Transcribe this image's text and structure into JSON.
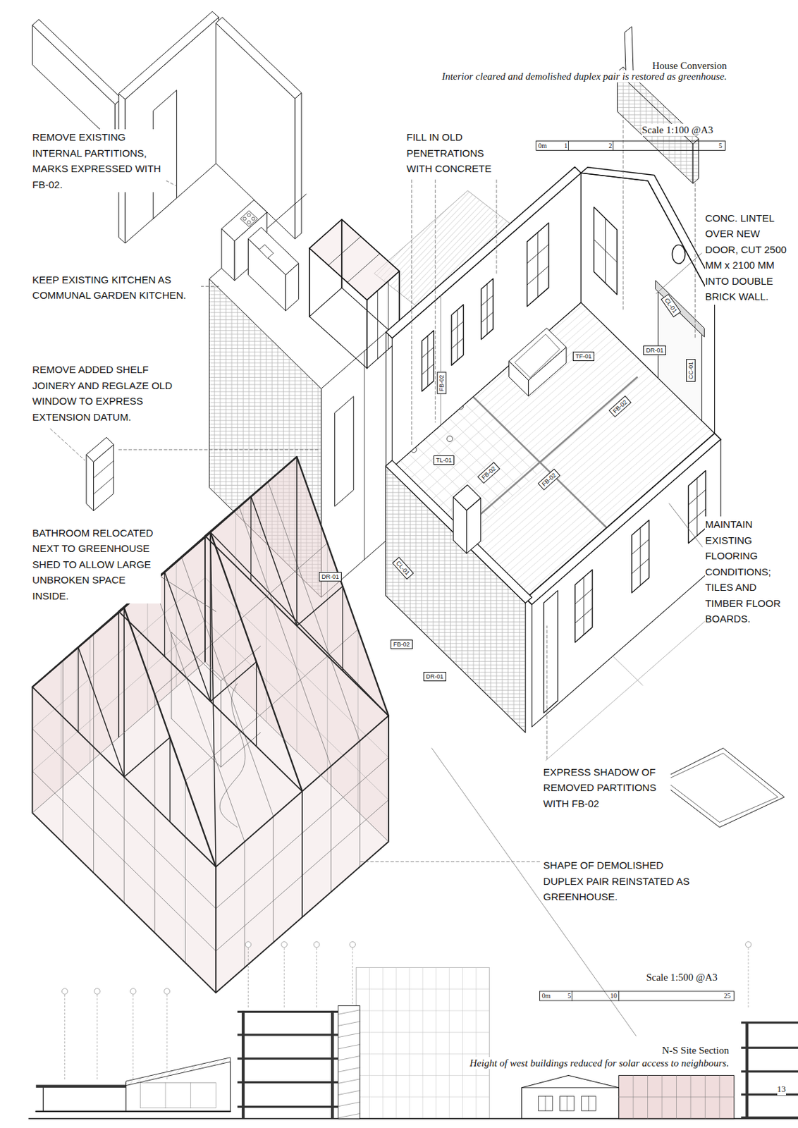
{
  "diagram": {
    "title": "House Conversion",
    "caption": "Interior cleared and demolished duplex pair is restored as greenhouse.",
    "nodes": [
      {
        "text": [
          "CL-01"
        ]
      },
      {
        "text": [
          "DR-01"
        ]
      },
      {
        "text": [
          "TF-01"
        ]
      },
      {
        "text": [
          "CC-01"
        ]
      },
      {
        "text": [
          "FB-02"
        ]
      },
      {
        "text": [
          "FB-02"
        ]
      },
      {
        "text": [
          "TL-01"
        ]
      },
      {
        "text": [
          "FB-02"
        ]
      },
      {
        "text": [
          "FB-02"
        ]
      },
      {
        "text": [
          "CL-01"
        ]
      },
      {
        "text": [
          "DR-01"
        ]
      },
      {
        "text": [
          "FB-02"
        ]
      },
      {
        "text": [
          "DR-01"
        ]
      }
    ],
    "labels": [
      "REMOVE EXISTING INTERNAL PARTITIONS, MARKS EXPRESSED WITH FB-02.",
      "FILL IN OLD PENETRATIONS WITH CONCRETE",
      "KEEP EXISTING KITCHEN AS COMMUNAL GARDEN KITCHEN.",
      "CONC. LINTEL OVER NEW DOOR, CUT 2500 MM x 2100 MM INTO DOUBLE BRICK WALL.",
      "REMOVE ADDED SHELF JOINERY AND REGLAZE OLD WINDOW TO EXPRESS EXTENSION DATUM.",
      "BATHROOM RELOCATED NEXT TO GREENHOUSE SHED TO ALLOW LARGE UNBROKEN SPACE INSIDE.",
      "MAINTAIN EXISTING FLOORING CONDITIONS; TILES AND TIMBER FLOOR BOARDS.",
      "EXPRESS SHADOW OF REMOVED PARTITIONS WITH FB-02",
      "SHAPE OF DEMOLISHED DUPLEX PAIR REINSTATED AS GREENHOUSE.",
      "Scale 1:100 @A3",
      "0m",
      "1",
      "2",
      "5",
      "Scale 1:500 @A3",
      "0m",
      "5",
      "10",
      "25",
      "N-S Site Section",
      "Height of west buildings reduced for solar access to neighbours.",
      "13"
    ]
  }
}
